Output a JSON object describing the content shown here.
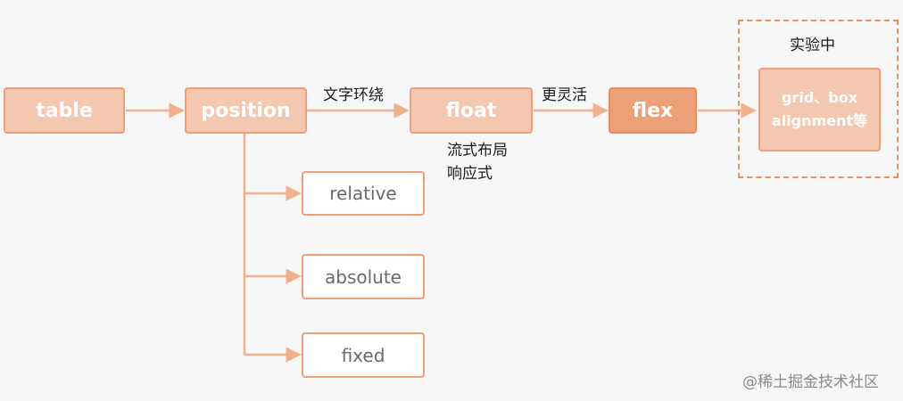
{
  "colors": {
    "accent": "#ee9f77",
    "node_fill": "#f4c8b0",
    "node_dark": "#eca077",
    "dashed_frame": "#e8915f",
    "background": "#f7f7f7"
  },
  "nodes": {
    "table": "table",
    "position": "position",
    "float": "float",
    "flex": "flex",
    "relative": "relative",
    "absolute": "absolute",
    "fixed": "fixed",
    "experimental_line1": "grid、box",
    "experimental_line2": "alignment等"
  },
  "labels": {
    "text_wrap": "文字环绕",
    "more_flexible": "更灵活",
    "fluid_layout": "流式布局",
    "responsive": "响应式",
    "experimental_group": "实验中"
  },
  "watermark": "@稀土掘金技术社区"
}
